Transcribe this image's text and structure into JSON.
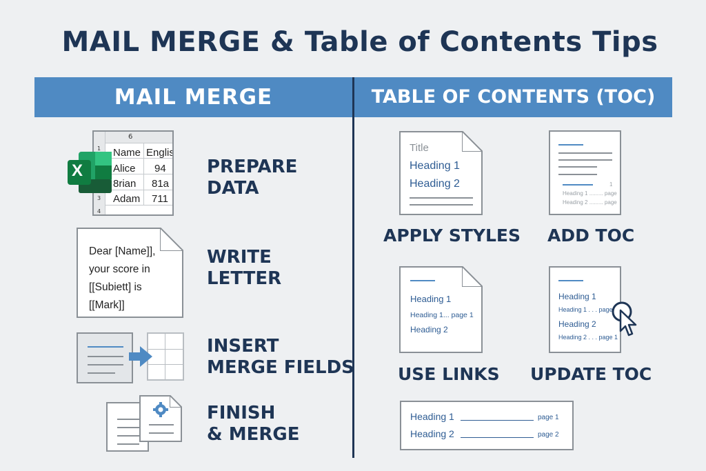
{
  "title": "MAIL MERGE  & Table of Contents Tips",
  "left_header": "MAIL MERGE",
  "right_header": "TABLE OF CONTENTS (TOC)",
  "mail_merge": {
    "steps": [
      "PREPARE\nDATA",
      "WRITE\nLETTER",
      "INSERT\nMERGE FIELDS",
      "FINISH\n& MERGE"
    ],
    "sheet": {
      "col_header": "6",
      "row_numbers": [
        "1",
        "3",
        "4"
      ],
      "rows": [
        [
          "Name",
          "Englis"
        ],
        [
          "Alice",
          "94"
        ],
        [
          "8rian",
          "81a"
        ],
        [
          "Adam",
          "711"
        ]
      ]
    },
    "excel_letter": "X",
    "letter_lines": [
      "Dear [Name]],",
      "your score in",
      "[[Subiett] is",
      "[[Mark]]"
    ]
  },
  "toc": {
    "steps": [
      "APPLY STYLES",
      "ADD TOC",
      "USE LINKS",
      "UPDATE TOC"
    ],
    "styles_doc": [
      "Title",
      "Heading 1",
      "Heading 2"
    ],
    "add_toc_doc": [
      "1",
      "Heading 1 ......... page",
      "Heading 2 ......... page"
    ],
    "links_doc": [
      "Heading 1",
      "Heading 1... page 1",
      "Heading 2"
    ],
    "update_doc": [
      "Heading 1",
      "Heading 1 . . . page 1",
      "Heading 2",
      "Heading 2 . . . page 1"
    ],
    "sample": [
      {
        "heading": "Heading 1",
        "page": "page 1"
      },
      {
        "heading": "Heading 2",
        "page": "page 2"
      }
    ]
  }
}
